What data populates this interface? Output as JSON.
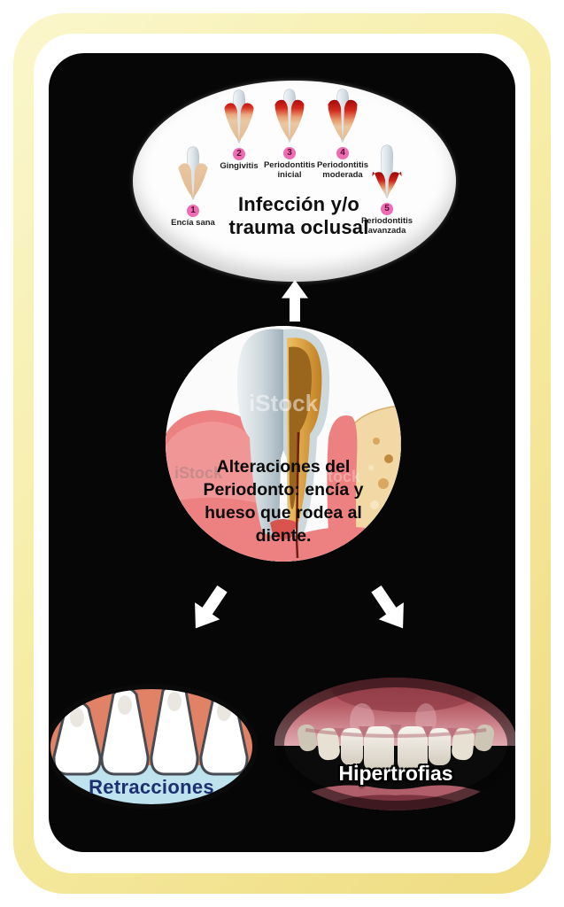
{
  "colors": {
    "frame_yellow": "#efdc82",
    "frame_yellow_light": "#faf7cc",
    "panel_black": "#060606",
    "stage_badge_pink": "#ee6cb2",
    "inflamed_red": "#c21212",
    "healthy_gum_beige": "#e9c6a2",
    "anatomy_gum_pink": "#ed8080",
    "bone_yellow": "#f1d8a4",
    "retractions_label_navy": "#1c2f6e",
    "retractions_gum_coral": "#e18165",
    "retractions_sky_blue": "#bfe2ef",
    "hypertrophy_label_white": "#ffffff"
  },
  "top_ellipse": {
    "title": "Infección y/o trauma oclusal",
    "stages": [
      {
        "number": "1",
        "label": "Encía sana",
        "severity": 0
      },
      {
        "number": "2",
        "label": "Gingivitis",
        "severity": 1
      },
      {
        "number": "3",
        "label": "Periodontitis inicial",
        "severity": 2
      },
      {
        "number": "4",
        "label": "Periodontitis moderada",
        "severity": 3
      },
      {
        "number": "5",
        "label": "Periodontitis avanzada",
        "severity": 4
      }
    ]
  },
  "center_circle": {
    "caption": "Alteraciones del Periodonto: encía y hueso que rodea al diente.",
    "watermark": "iStock"
  },
  "bottom_left": {
    "label": "Retracciones"
  },
  "bottom_right": {
    "label": "Hipertrofias"
  }
}
